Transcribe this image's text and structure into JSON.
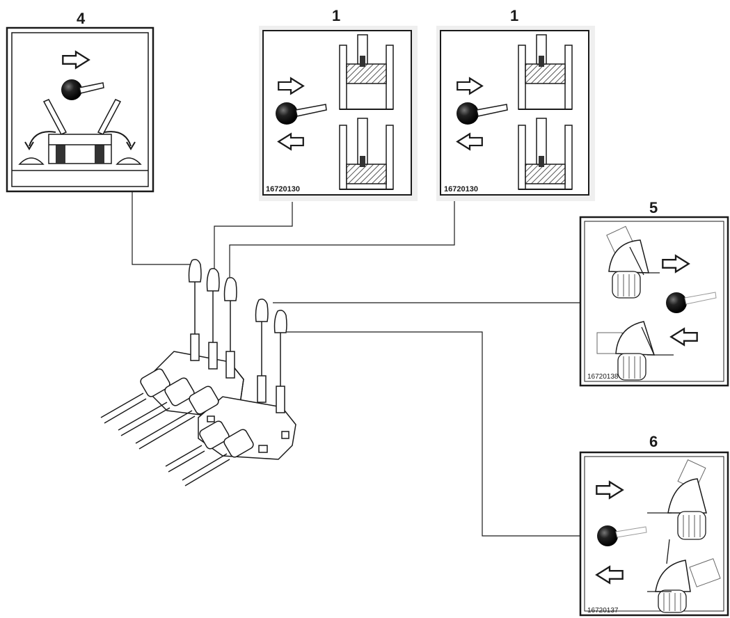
{
  "callouts": {
    "c4": "4",
    "c1a": "1",
    "c1b": "1",
    "c5": "5",
    "c6": "6"
  },
  "decal_codes": {
    "d1a": "16720130",
    "d1b": "16720130",
    "d5": "16720138",
    "d6": "16720137"
  },
  "colors": {
    "line": "#1a1a1a",
    "decal_bg": "#efefef",
    "hatch": "#555555"
  }
}
